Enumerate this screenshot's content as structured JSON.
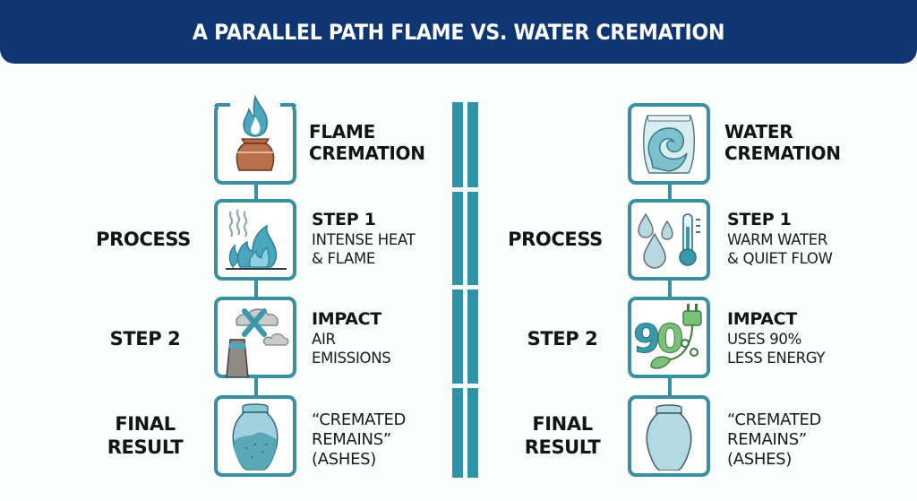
{
  "title": "A PARALLEL PATH FLAME VS. WATER CREMATION",
  "colors": {
    "banner": "#0f3572",
    "box_border": "#3a8fa0",
    "divider": "#2f93a8",
    "text": "#141414"
  },
  "row_labels": {
    "process": "PROCESS",
    "step2": "STEP 2",
    "final_line1": "FINAL",
    "final_line2": "RESULT"
  },
  "flame": {
    "title_line1": "FLAME",
    "title_line2": "CREMATION",
    "title_icon": "flame-urn-icon",
    "step1": {
      "heading": "STEP 1",
      "line1": "INTENSE HEAT",
      "line2": "& FLAME",
      "icon": "fire-heat-icon"
    },
    "impact": {
      "heading": "IMPACT",
      "line1": "AIR",
      "line2": "EMISSIONS",
      "icon": "smokestack-emissions-icon"
    },
    "final": {
      "line1": "“CREMATED",
      "line2": "REMAINS”",
      "line3": "(ASHES)",
      "icon": "urn-with-ashes-icon"
    }
  },
  "water": {
    "title_line1": "WATER",
    "title_line2": "CREMATION",
    "title_icon": "water-wave-vessel-icon",
    "step1": {
      "heading": "STEP 1",
      "line1": "WARM WATER",
      "line2": "& QUIET FLOW",
      "icon": "water-drops-thermometer-icon"
    },
    "impact": {
      "heading": "IMPACT",
      "line1": "USES 90%",
      "line2": "LESS ENERGY",
      "icon": "ninety-percent-energy-icon",
      "icon_text": "90"
    },
    "final": {
      "line1": "“CREMATED",
      "line2": "REMAINS”",
      "line3": "(ASHES)",
      "icon": "empty-urn-icon"
    }
  }
}
